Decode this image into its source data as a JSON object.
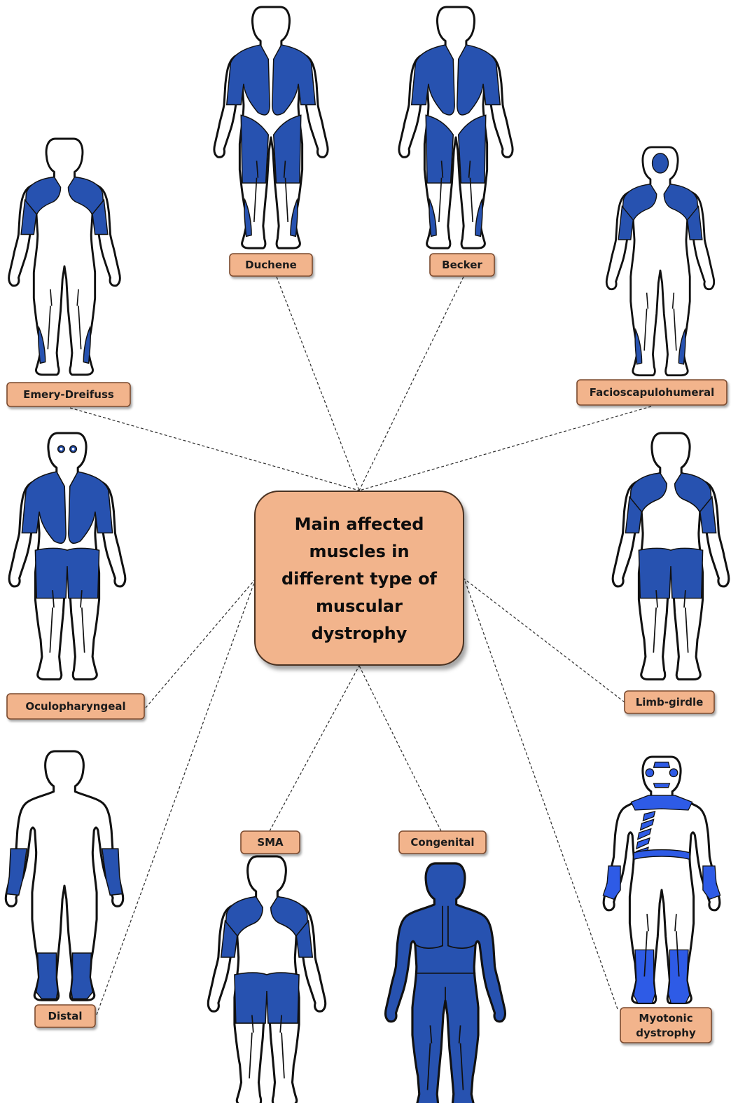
{
  "center": {
    "lines": [
      "Main affected",
      "muscles in",
      "different type of",
      "muscular",
      "dystrophy"
    ]
  },
  "types": [
    {
      "id": "duchene",
      "label": "Duchene"
    },
    {
      "id": "becker",
      "label": "Becker"
    },
    {
      "id": "emery",
      "label": "Emery-Dreifuss"
    },
    {
      "id": "facio",
      "label": "Facioscapulohumeral"
    },
    {
      "id": "oculo",
      "label": "Oculopharyngeal"
    },
    {
      "id": "limb",
      "label": "Limb-girdle"
    },
    {
      "id": "distal",
      "label": "Distal"
    },
    {
      "id": "sma",
      "label": "SMA"
    },
    {
      "id": "congenital",
      "label": "Congenital"
    },
    {
      "id": "myotonic",
      "label": "Myotonic",
      "label2": "dystrophy"
    }
  ],
  "colors": {
    "muscle": "#2752b0",
    "muscle_bright": "#2e5be6",
    "label_fill": "#f2b48c",
    "label_border": "#7a4a2e",
    "center_border": "#4a3020"
  }
}
